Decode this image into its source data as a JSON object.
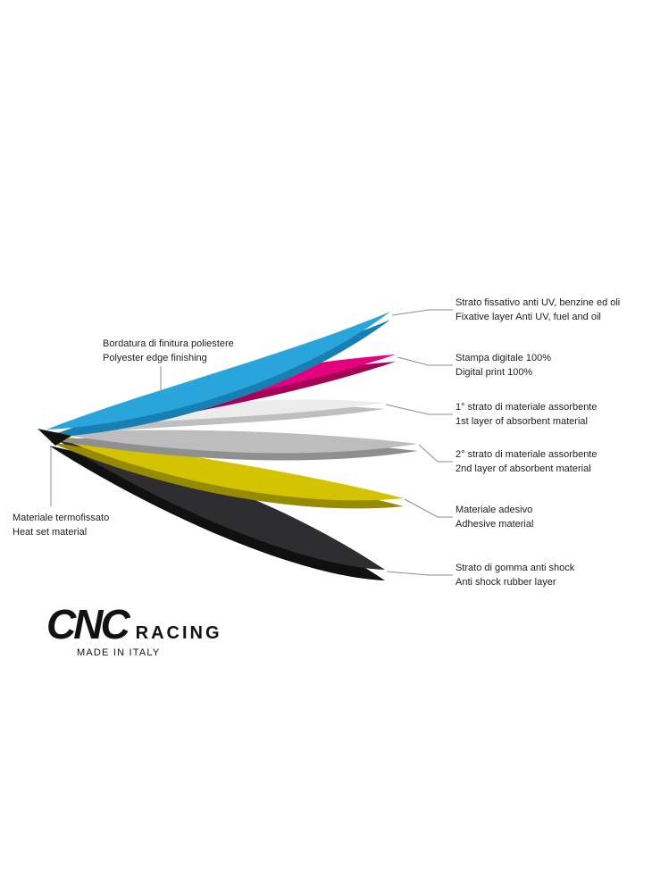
{
  "page": {
    "background": "#ffffff"
  },
  "diagram": {
    "layers": [
      {
        "name": "fixative-layer",
        "color": "#29a5dc",
        "edge_color": "#177fb2",
        "label_it": "Strato fissativo anti UV, benzine ed oli",
        "label_en": "Fixative layer Anti UV, fuel and oil"
      },
      {
        "name": "digital-print-layer",
        "color": "#e5007d",
        "edge_color": "#a60057",
        "label_it": "Stampa digitale 100%",
        "label_en": "Digital print 100%"
      },
      {
        "name": "absorbent-layer-1",
        "color": "#ececec",
        "edge_color": "#bfbfbf",
        "label_it": "1° strato di materiale assorbente",
        "label_en": "1st layer of absorbent material"
      },
      {
        "name": "absorbent-layer-2",
        "color": "#bdbdbd",
        "edge_color": "#8f8f8f",
        "label_it": "2° strato di materiale assorbente",
        "label_en": "2nd layer of absorbent material"
      },
      {
        "name": "adhesive-layer",
        "color": "#d3c300",
        "edge_color": "#968a00",
        "label_it": "Materiale adesivo",
        "label_en": "Adhesive material"
      },
      {
        "name": "rubber-layer",
        "color": "#2e2e31",
        "edge_color": "#101011",
        "label_it": "Strato di gomma anti shock",
        "label_en": "Anti shock rubber layer"
      }
    ],
    "edge_labels": [
      {
        "label_it": "Bordatura di finitura poliestere",
        "label_en": "Polyester edge finishing"
      },
      {
        "label_it": "Materiale termofissato",
        "label_en": "Heat set material"
      }
    ]
  },
  "logo": {
    "brand": "CNC",
    "series": "RACING",
    "origin": "MADE IN ITALY"
  }
}
